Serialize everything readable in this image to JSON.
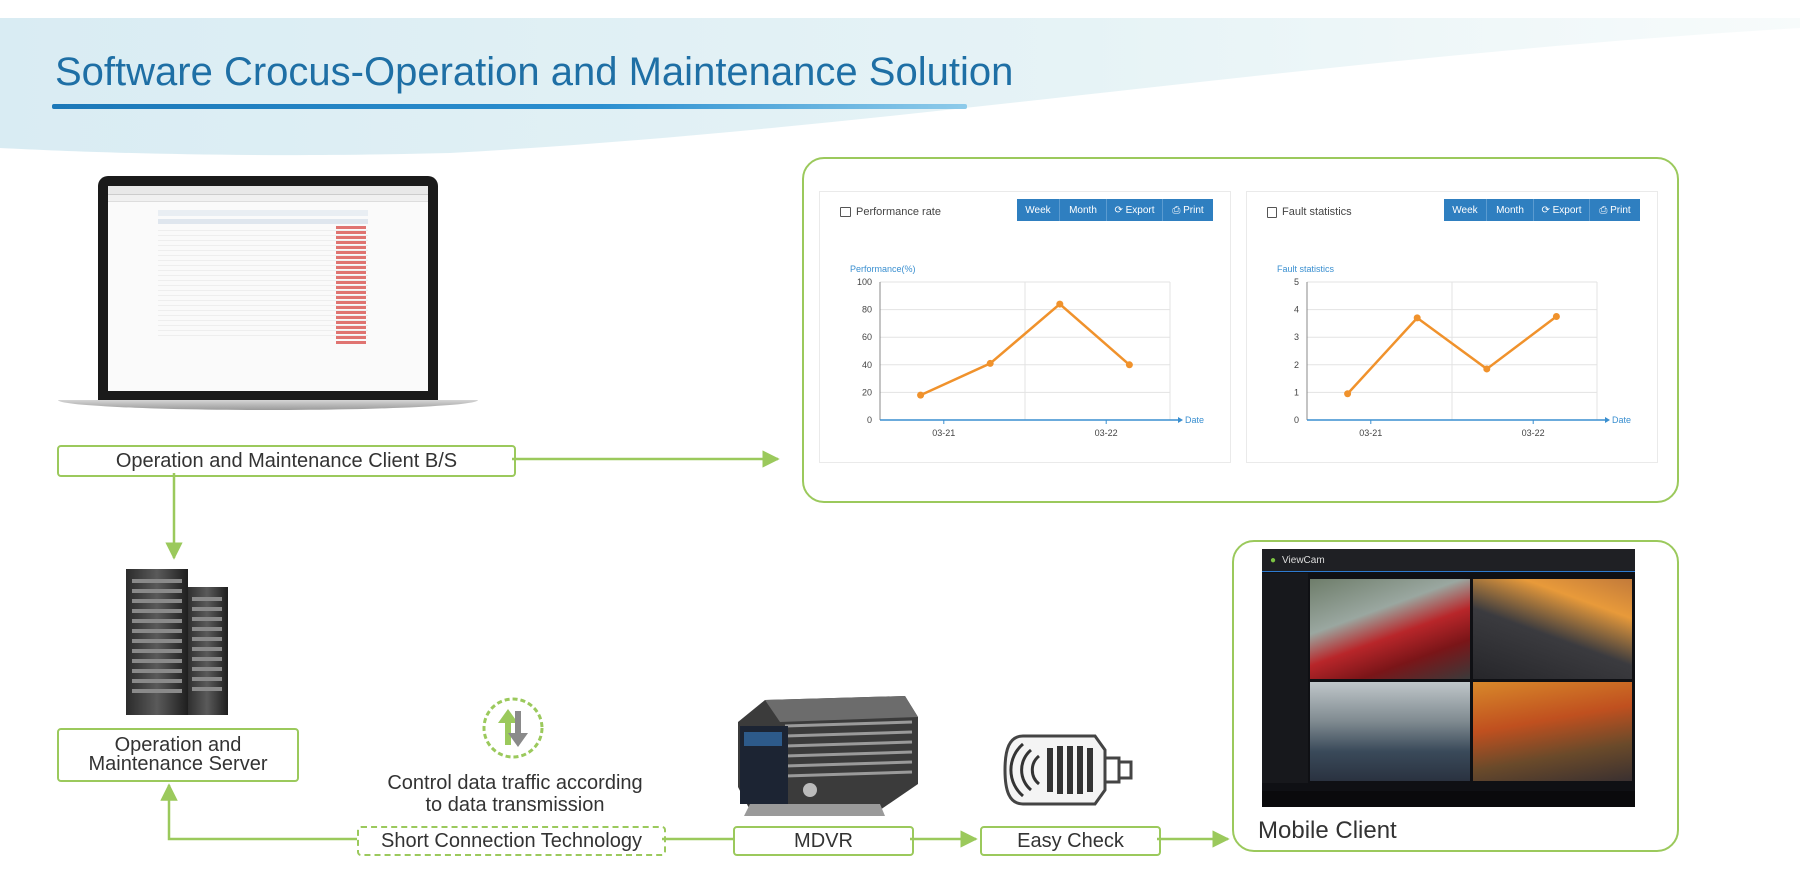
{
  "title": "Software Crocus-Operation and Maintenance Solution",
  "nodes": {
    "client_bs": "Operation and Maintenance Client B/S",
    "server_line1": "Operation and",
    "server_line2": "Maintenance Server",
    "traffic_line1": "Control data traffic according",
    "traffic_line2": "to data transmission",
    "short_connection": "Short Connection Technology",
    "mdvr": "MDVR",
    "easy_check": "Easy Check",
    "mobile_client": "Mobile Client"
  },
  "buttons": {
    "week": "Week",
    "month": "Month",
    "export": "Export",
    "print": "Print"
  },
  "mobile_app_name": "ViewCam",
  "colors": {
    "accent_green": "#9bc95c",
    "title_blue": "#1e6fa5",
    "chart_line": "#f0922c",
    "button_blue": "#2f7fc0"
  },
  "chart_data": [
    {
      "type": "line",
      "panel_title": "Performance rate",
      "ylabel": "Performance(%)",
      "xlabel": "Date",
      "x_ticks": [
        "03-21",
        "03-22"
      ],
      "y_ticks": [
        0,
        20,
        40,
        60,
        80,
        100
      ],
      "ylim": [
        0,
        100
      ],
      "values": [
        18,
        41,
        84,
        40
      ],
      "grid": true
    },
    {
      "type": "line",
      "panel_title": "Fault statistics",
      "ylabel": "Fault statistics",
      "xlabel": "Date",
      "x_ticks": [
        "03-21",
        "03-22"
      ],
      "y_ticks": [
        0,
        1,
        2,
        3,
        4,
        5
      ],
      "ylim": [
        0,
        5
      ],
      "values": [
        0.95,
        3.7,
        1.85,
        3.75
      ],
      "grid": true
    }
  ]
}
